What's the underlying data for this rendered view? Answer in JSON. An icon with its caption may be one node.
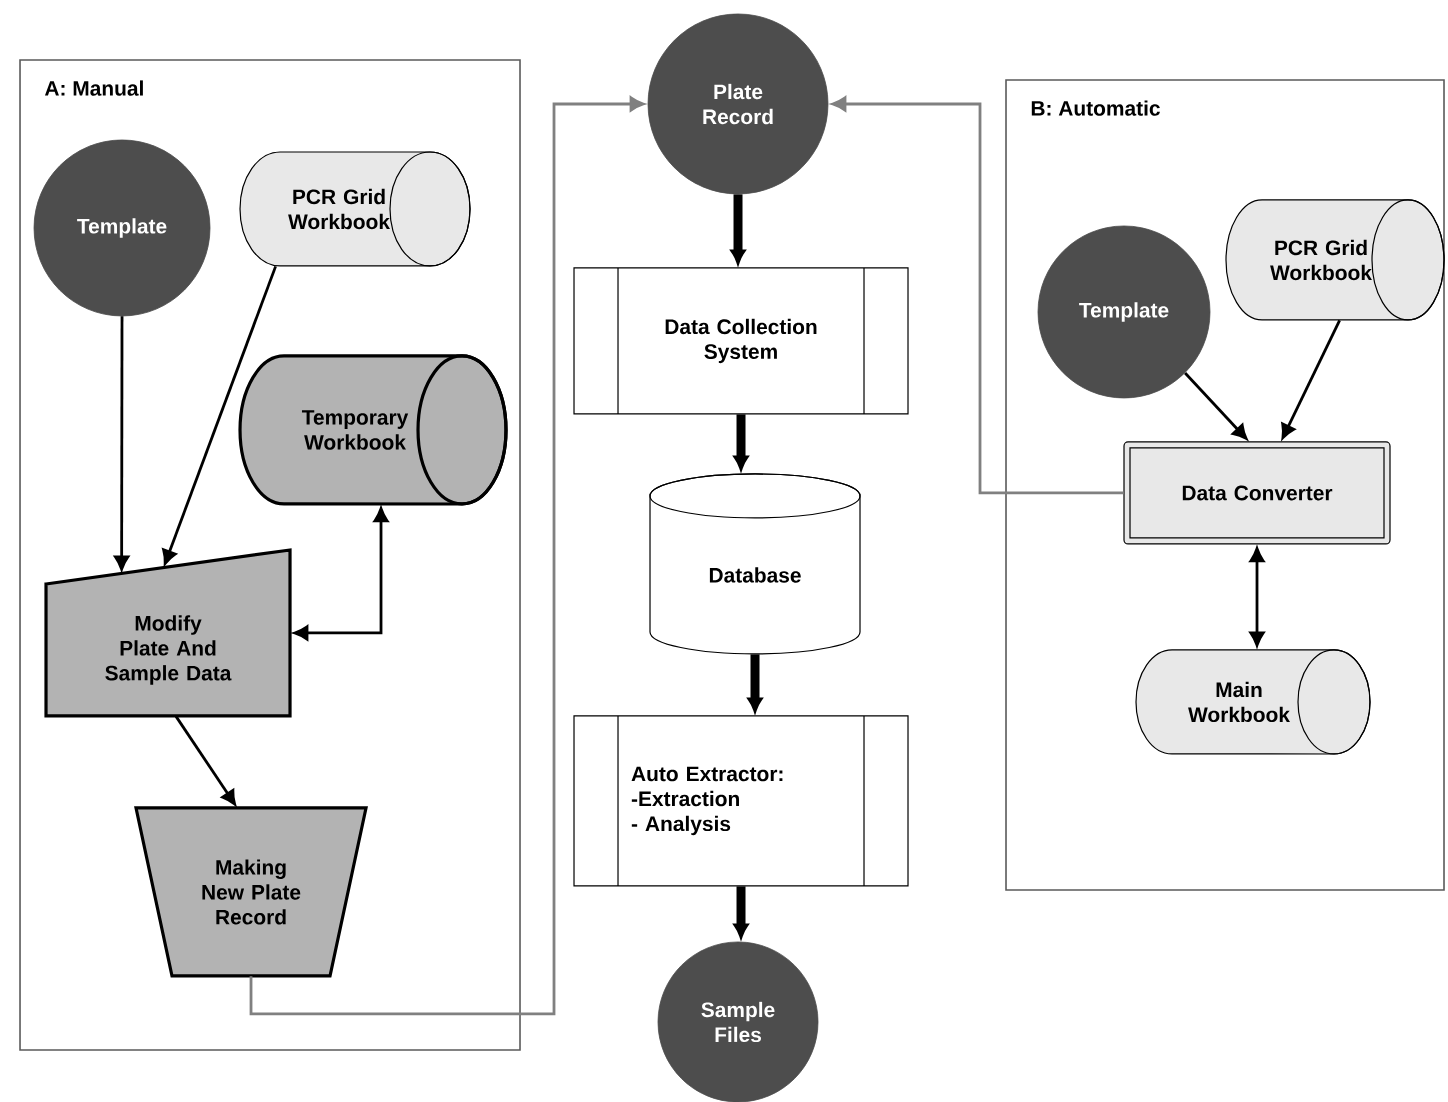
{
  "diagram": {
    "nodes": [
      {
        "text": [
          "A: Manual"
        ]
      },
      {
        "text": [
          "Template"
        ],
        "in": 0
      },
      {
        "text": [
          "PCR Grid Workbook"
        ],
        "in": 0
      },
      {
        "text": [
          "Temporary Workbook"
        ],
        "in": 0
      },
      {
        "text": [
          "Modify Plate And Sample Data"
        ],
        "in": 0
      },
      {
        "text": [
          "Making New Plate Record"
        ],
        "in": 0
      },
      {
        "text": [
          "Plate Record"
        ]
      },
      {
        "text": [
          "Data Collection System"
        ]
      },
      {
        "text": [
          "Database"
        ]
      },
      {
        "text": [
          "Auto Extractor:",
          "-Extraction",
          "- Analysis"
        ]
      },
      {
        "text": [
          "Sample Files"
        ]
      },
      {
        "text": [
          "B: Automatic"
        ]
      },
      {
        "text": [
          "Template"
        ],
        "in": 11
      },
      {
        "text": [
          "PCR Grid Workbook"
        ],
        "in": 11
      },
      {
        "text": [
          "Data Converter"
        ],
        "in": 11
      },
      {
        "text": [
          "Main Workbook"
        ],
        "in": 11
      }
    ],
    "edges": [
      {
        "from": 1,
        "to": 4,
        "arrow": "to"
      },
      {
        "from": 2,
        "to": 4,
        "arrow": "to"
      },
      {
        "from": 3,
        "to": 4,
        "arrow": "both"
      },
      {
        "from": 4,
        "to": 5,
        "arrow": "to"
      },
      {
        "from": 5,
        "to": 6,
        "arrow": "to",
        "color": "#808080"
      },
      {
        "from": 14,
        "to": 6,
        "arrow": "to",
        "color": "#808080"
      },
      {
        "from": 6,
        "to": 7,
        "arrow": "to",
        "style": "thick"
      },
      {
        "from": 7,
        "to": 8,
        "arrow": "to",
        "style": "thick"
      },
      {
        "from": 8,
        "to": 9,
        "arrow": "to",
        "style": "thick"
      },
      {
        "from": 9,
        "to": 10,
        "arrow": "to",
        "style": "thick"
      },
      {
        "from": 12,
        "to": 14,
        "arrow": "to"
      },
      {
        "from": 13,
        "to": 14,
        "arrow": "to"
      },
      {
        "from": 14,
        "to": 15,
        "arrow": "both"
      }
    ]
  }
}
